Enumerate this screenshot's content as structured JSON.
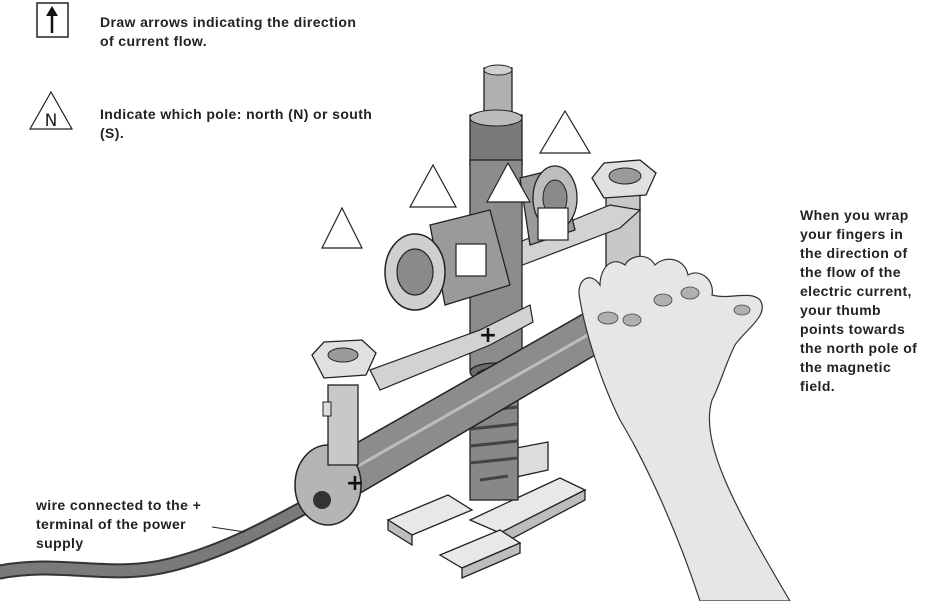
{
  "legend": {
    "arrow_text": "Draw arrows indicating the direction\nof current flow.",
    "pole_symbol": "N",
    "pole_text": "Indicate which pole: north (N) or south\n(S)."
  },
  "rule_text": "When you  wrap\nyour fingers in\nthe direction of\nthe flow of the\nelectric current,\nyour thumb\npoints towards\nthe north pole of\nthe  magnetic\nfield.",
  "wire_label": "wire connected to the +\nterminal of the power\nsupply",
  "plus_signs": [
    "+",
    "+"
  ],
  "colors": {
    "ink": "#222222",
    "rod": "#8c8c8c",
    "coil": "#9a9a9a",
    "metal": "#c8c8c8",
    "hand": "#e6e6e6",
    "wire": "#7a7a7a"
  }
}
